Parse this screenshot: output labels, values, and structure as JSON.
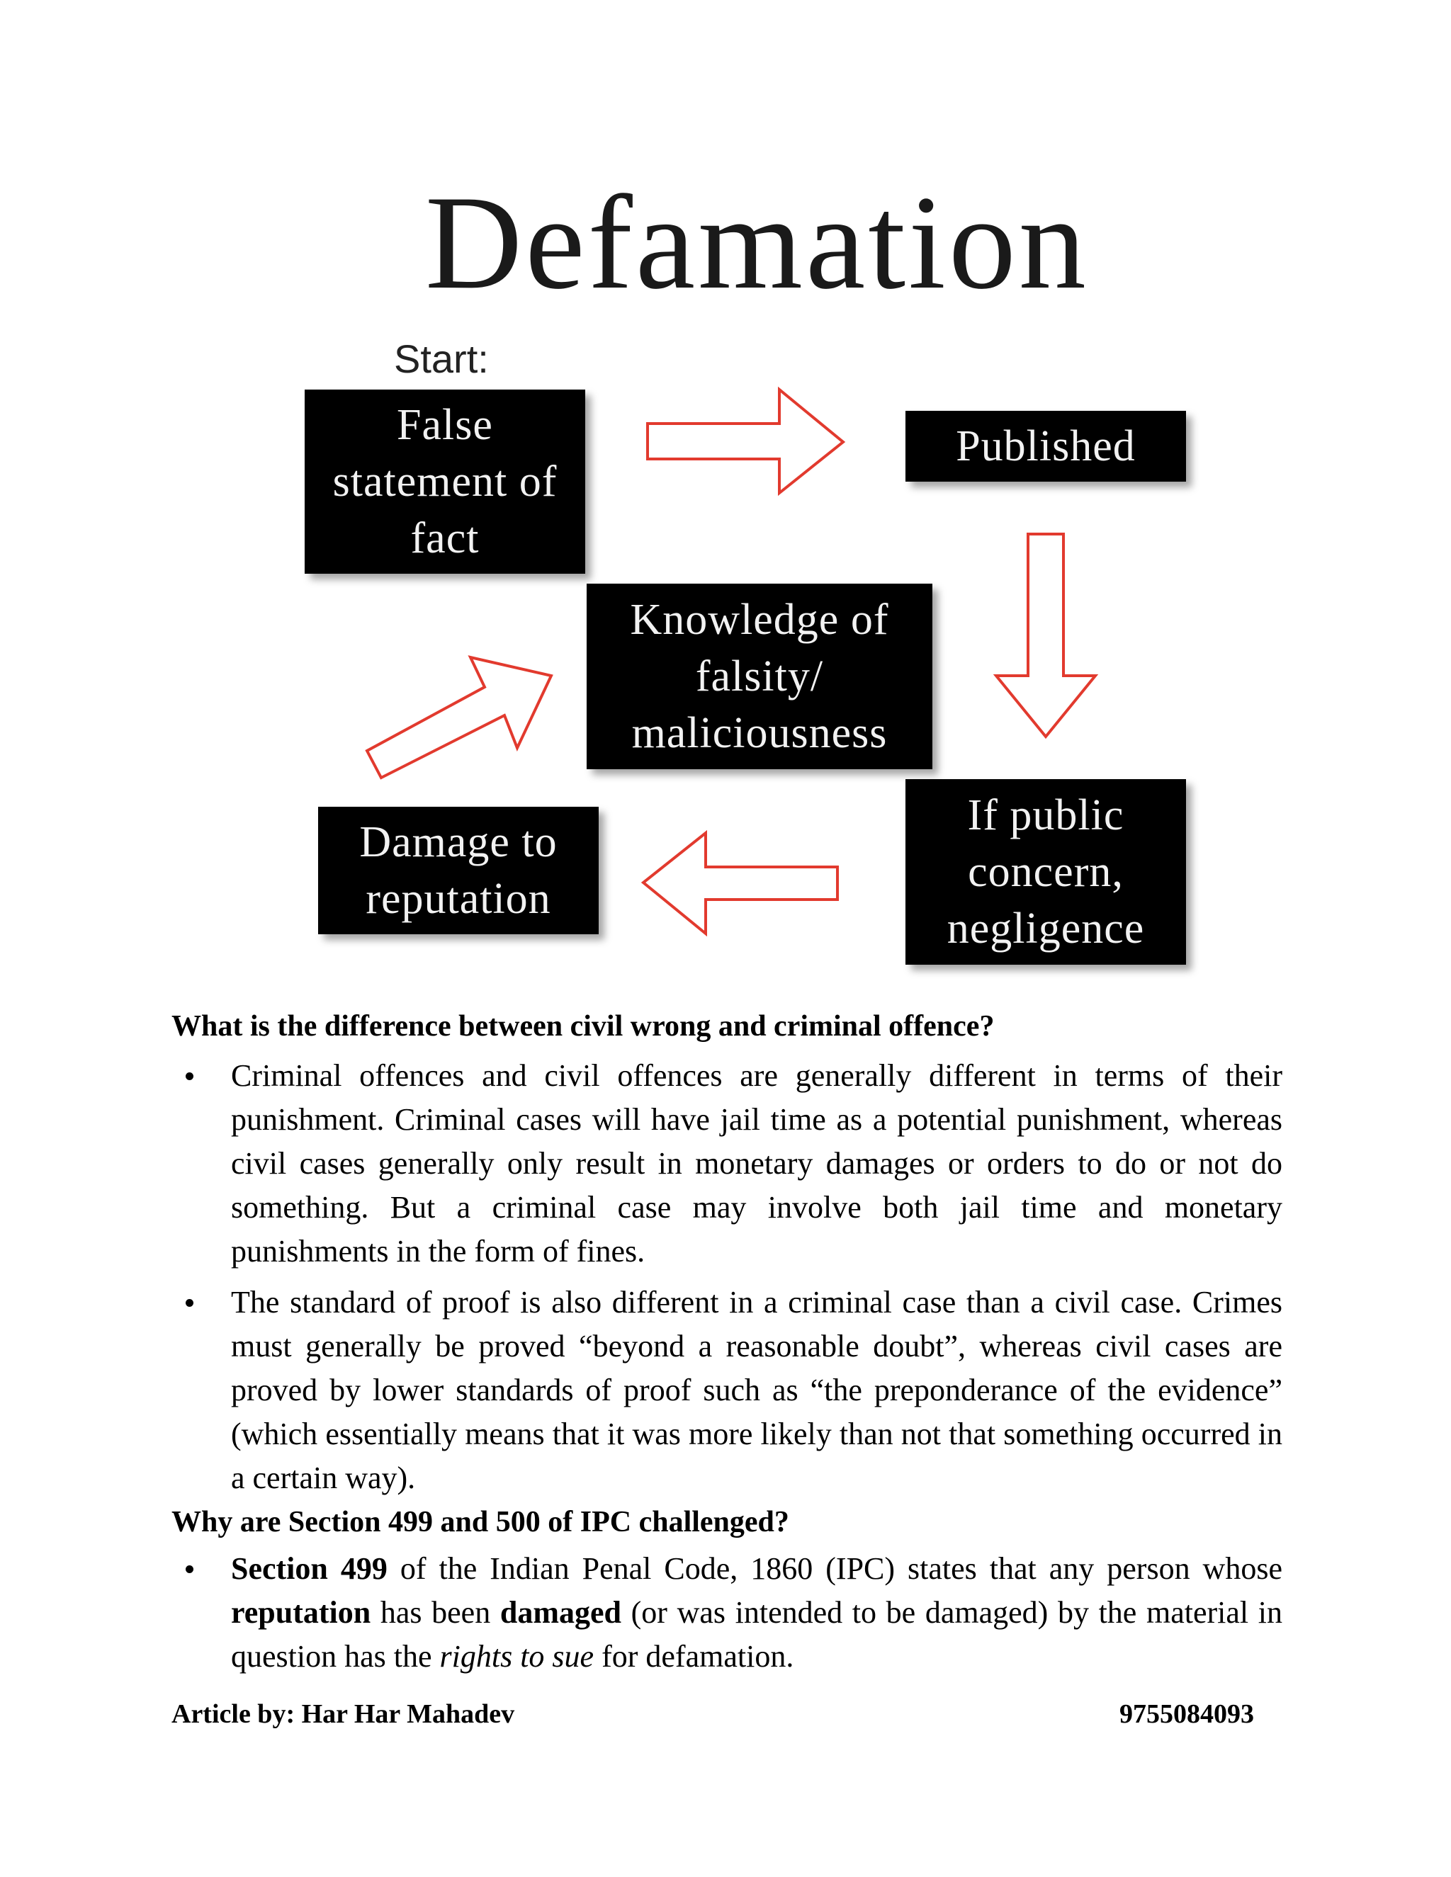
{
  "diagram": {
    "title": "Defamation",
    "start_label": "Start:",
    "nodes": {
      "false_statement": [
        "False",
        "statement of",
        "fact"
      ],
      "published": [
        "Published"
      ],
      "knowledge": [
        "Knowledge of",
        "falsity/",
        "maliciousness"
      ],
      "public_concern": [
        "If public",
        "concern,",
        "negligence"
      ],
      "damage": [
        "Damage to",
        "reputation"
      ]
    },
    "colors": {
      "box": "#000000",
      "box_text": "#f2f2f2",
      "arrow_stroke": "#e23a2e"
    }
  },
  "section1": {
    "heading": "What is the difference between civil wrong and criminal offence?",
    "bullets": [
      "Criminal offences and civil offences are generally different in terms of their punishment. Criminal cases will have jail time as a potential punishment, whereas civil cases generally only result in monetary damages or orders to do or not do something. But a criminal case may involve both jail time and monetary punishments in the form of fines.",
      "The standard of proof is also different in a criminal case than a civil case. Crimes must generally be proved “beyond a reasonable doubt”, whereas civil cases are proved by lower standards of proof such as “the preponderance of the evidence” (which essentially means that it was more likely than not that something occurred in a certain way)."
    ]
  },
  "section2": {
    "heading": "Why are Section 499 and 500 of IPC challenged?",
    "bullet": {
      "b1": "Section 499",
      "t1": " of the Indian Penal Code, 1860 (IPC) states that any person whose ",
      "b2": "reputation",
      "t2": " has been ",
      "b3": "damaged",
      "t3": " (or was intended to be damaged) by the material in question has the ",
      "i1": "rights to sue",
      "t4": " for defamation."
    }
  },
  "footer": {
    "author": "Article by: Har Har Mahadev",
    "phone": "9755084093"
  }
}
